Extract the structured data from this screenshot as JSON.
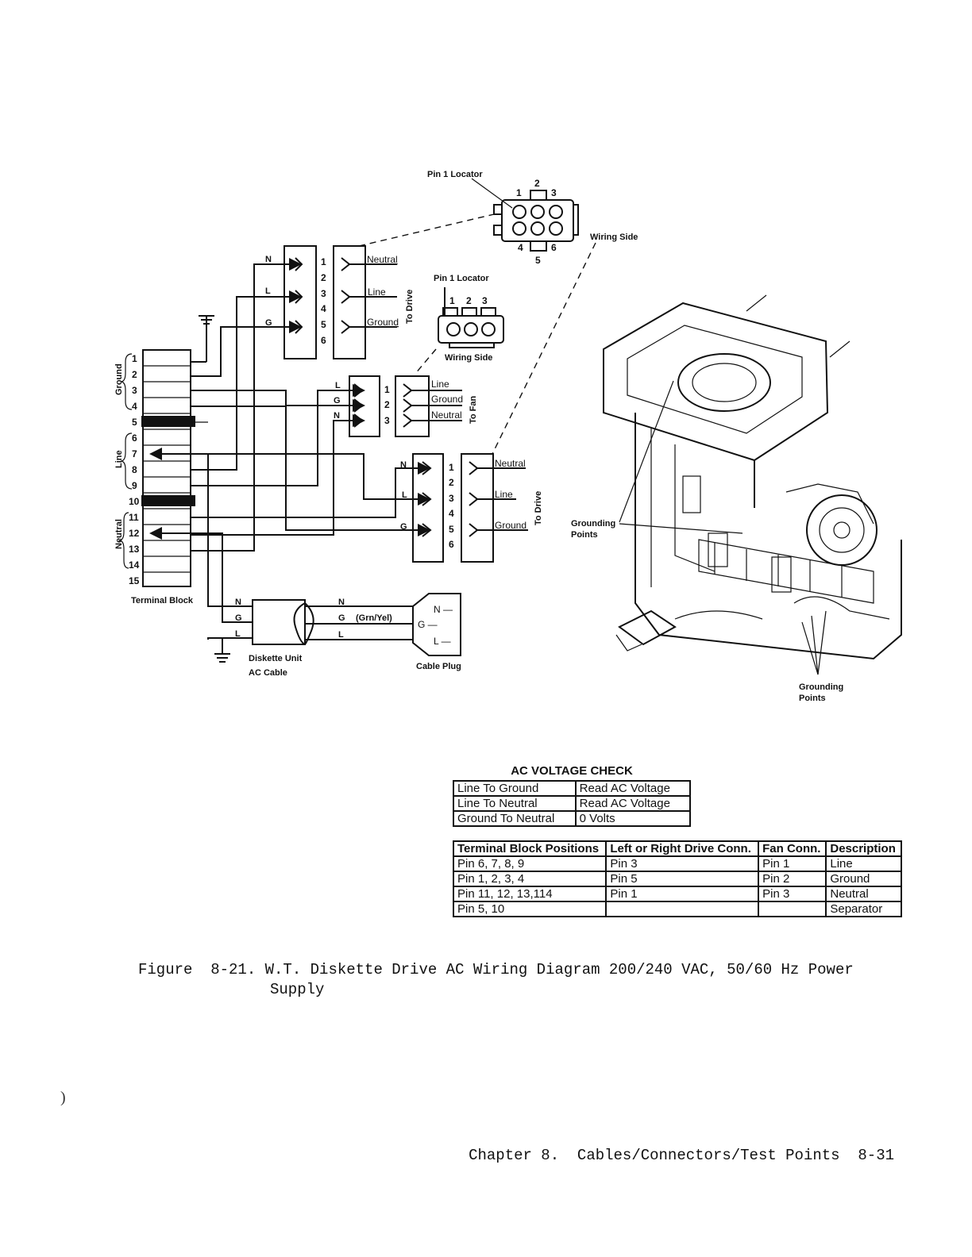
{
  "diagram": {
    "terminal_block": {
      "label": "Terminal Block",
      "pins": [
        "1",
        "2",
        "3",
        "4",
        "5",
        "6",
        "7",
        "8",
        "9",
        "10",
        "11",
        "12",
        "13",
        "14",
        "15"
      ],
      "groups": {
        "ground": "Ground",
        "line": "Line",
        "neutral": "Neutral"
      }
    },
    "top_connector": {
      "pin_locator": "Pin 1 Locator",
      "wiring_side": "Wiring Side",
      "pin_numbers": [
        "1",
        "2",
        "3",
        "4",
        "5",
        "6"
      ]
    },
    "fan_connector": {
      "pin_locator": "Pin 1 Locator",
      "wiring_side": "Wiring Side",
      "pin_numbers": [
        "1",
        "2",
        "3"
      ]
    },
    "drive_connector_top": {
      "inputs": [
        "N",
        "L",
        "G"
      ],
      "pins": [
        "1",
        "2",
        "3",
        "4",
        "5",
        "6"
      ],
      "signals": [
        "Neutral",
        "Line",
        "Ground"
      ],
      "to_label": "To Drive"
    },
    "fan_connection": {
      "inputs": [
        "L",
        "G",
        "N"
      ],
      "pins": [
        "1",
        "2",
        "3"
      ],
      "signals": [
        "Line",
        "Ground",
        "Neutral"
      ],
      "to_label": "To Fan"
    },
    "drive_connector_bottom": {
      "inputs": [
        "N",
        "L",
        "G"
      ],
      "pins": [
        "1",
        "2",
        "3",
        "4",
        "5",
        "6"
      ],
      "signals": [
        "Neutral",
        "Line",
        "Ground"
      ],
      "to_label": "To Drive"
    },
    "ac_cable": {
      "left_letters": [
        "N",
        "G",
        "L"
      ],
      "right_letters": [
        "N",
        "G",
        "L"
      ],
      "g_note": "(Grn/Yel)",
      "label_line1": "Diskette Unit",
      "label_line2": "AC Cable"
    },
    "cable_plug": {
      "label": "Cable Plug",
      "terminals": [
        "N —",
        "G —",
        "L —"
      ]
    },
    "grounding_points": {
      "upper_line1": "Grounding",
      "upper_line2": "Points",
      "lower_line1": "Grounding",
      "lower_line2": "Points"
    }
  },
  "voltage_check": {
    "title": "AC VOLTAGE CHECK",
    "rows": [
      [
        "Line To Ground",
        "Read AC Voltage"
      ],
      [
        "Line To Neutral",
        "Read AC Voltage"
      ],
      [
        "Ground To Neutral",
        "0 Volts"
      ]
    ]
  },
  "positions_table": {
    "headers": [
      "Terminal Block Positions",
      "Left or Right Drive Conn.",
      "Fan Conn.",
      "Description"
    ],
    "rows": [
      [
        "Pin 6, 7, 8, 9",
        "Pin 3",
        "Pin 1",
        "Line"
      ],
      [
        "Pin 1, 2, 3, 4",
        "Pin 5",
        "Pin 2",
        "Ground"
      ],
      [
        "Pin 11, 12, 13,114",
        "Pin 1",
        "Pin 3",
        "Neutral"
      ],
      [
        "Pin 5, 10",
        "",
        "",
        "Separator"
      ]
    ]
  },
  "caption": {
    "line1": "Figure  8-21. W.T. Diskette Drive AC Wiring Diagram 200/240 VAC, 50/60 Hz Power",
    "line2": "Supply"
  },
  "footer": {
    "chapter": "Chapter 8.  Cables/Connectors/Test Points",
    "page": "8-31"
  },
  "stray_mark": ")"
}
